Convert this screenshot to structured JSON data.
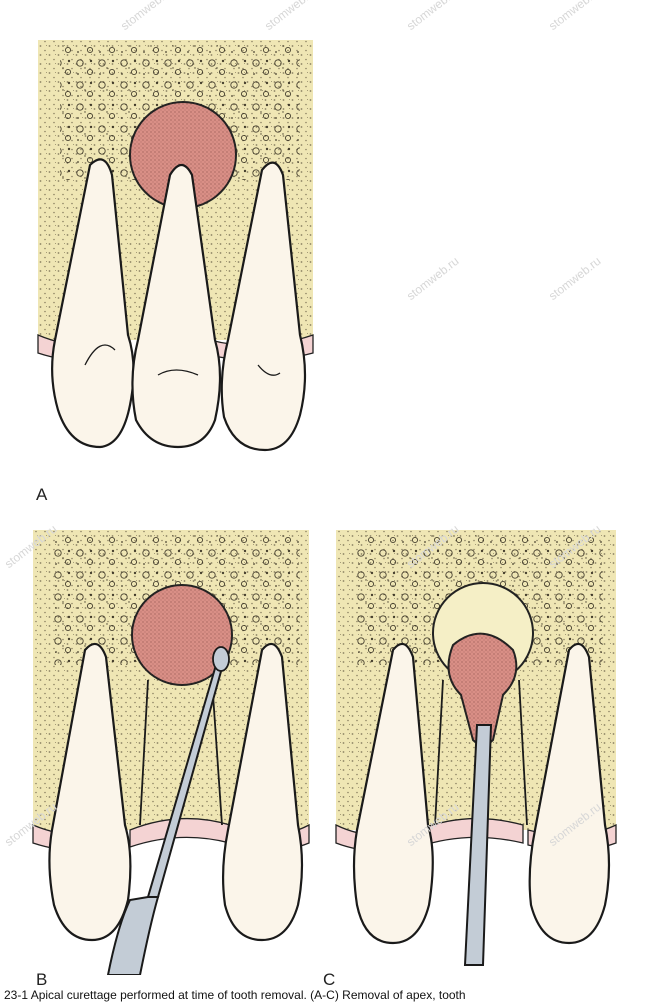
{
  "panels": [
    {
      "label": "A"
    },
    {
      "label": "B"
    },
    {
      "label": "C"
    }
  ],
  "watermark": "stomweb.ru",
  "caption": "23-1 Apical curettage performed at time of tooth removal. (A-C) Removal of apex, tooth",
  "colors": {
    "bone": "#efe6b4",
    "gingiva": "#f4d3d3",
    "tooth": "#fbf5ea",
    "lesion": "#d98f86",
    "instrument": "#c3ccd6",
    "cavity": "#f5efc6"
  },
  "icons": [
    "curette-instrument-icon",
    "apical-lesion-icon",
    "tooth-icon"
  ]
}
